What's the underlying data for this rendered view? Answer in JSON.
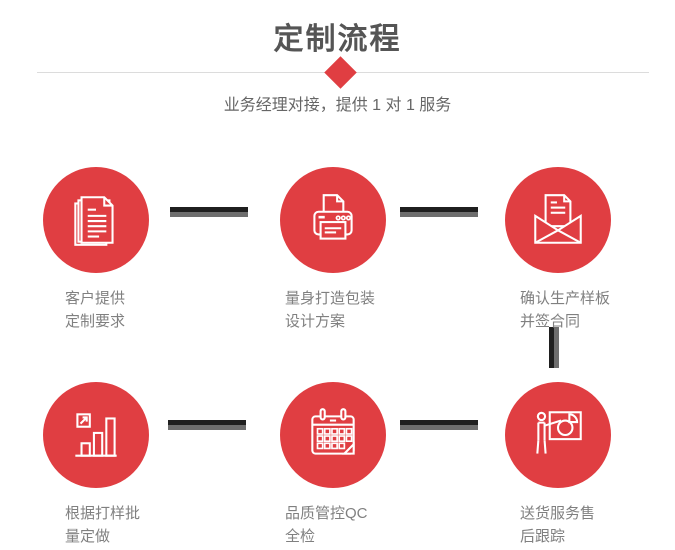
{
  "page": {
    "title": "定制流程",
    "subtitle": "业务经理对接，提供 1 对 1 服务"
  },
  "colors": {
    "accent_red": "#E03E42",
    "title_text": "#555555",
    "subtitle_text": "#666666",
    "label_text": "#808080",
    "divider": "#DCDCDC",
    "connector_dark": "#1F1F1F",
    "connector_gray": "#6E6E6E",
    "icon_stroke": "#FFFFFF"
  },
  "decorations": {
    "diamond_icon": "diamond-icon",
    "divider_line": "divider-line"
  },
  "steps": [
    {
      "icon": "documents-icon",
      "label_line1": "客户提供",
      "label_line2": "定制要求"
    },
    {
      "icon": "printer-icon",
      "label_line1": "量身打造包装",
      "label_line2": "设计方案"
    },
    {
      "icon": "envelope-icon",
      "label_line1": "确认生产样板",
      "label_line2": "并签合同"
    },
    {
      "icon": "bar-chart-icon",
      "label_line1": "根据打样批",
      "label_line2": "量定做"
    },
    {
      "icon": "calendar-icon",
      "label_line1": "品质管控QC",
      "label_line2": "全检"
    },
    {
      "icon": "presentation-icon",
      "label_line1": "送货服务售",
      "label_line2": "后跟踪"
    }
  ],
  "connectors": {
    "horizontal_count": 4,
    "vertical_count": 1
  }
}
